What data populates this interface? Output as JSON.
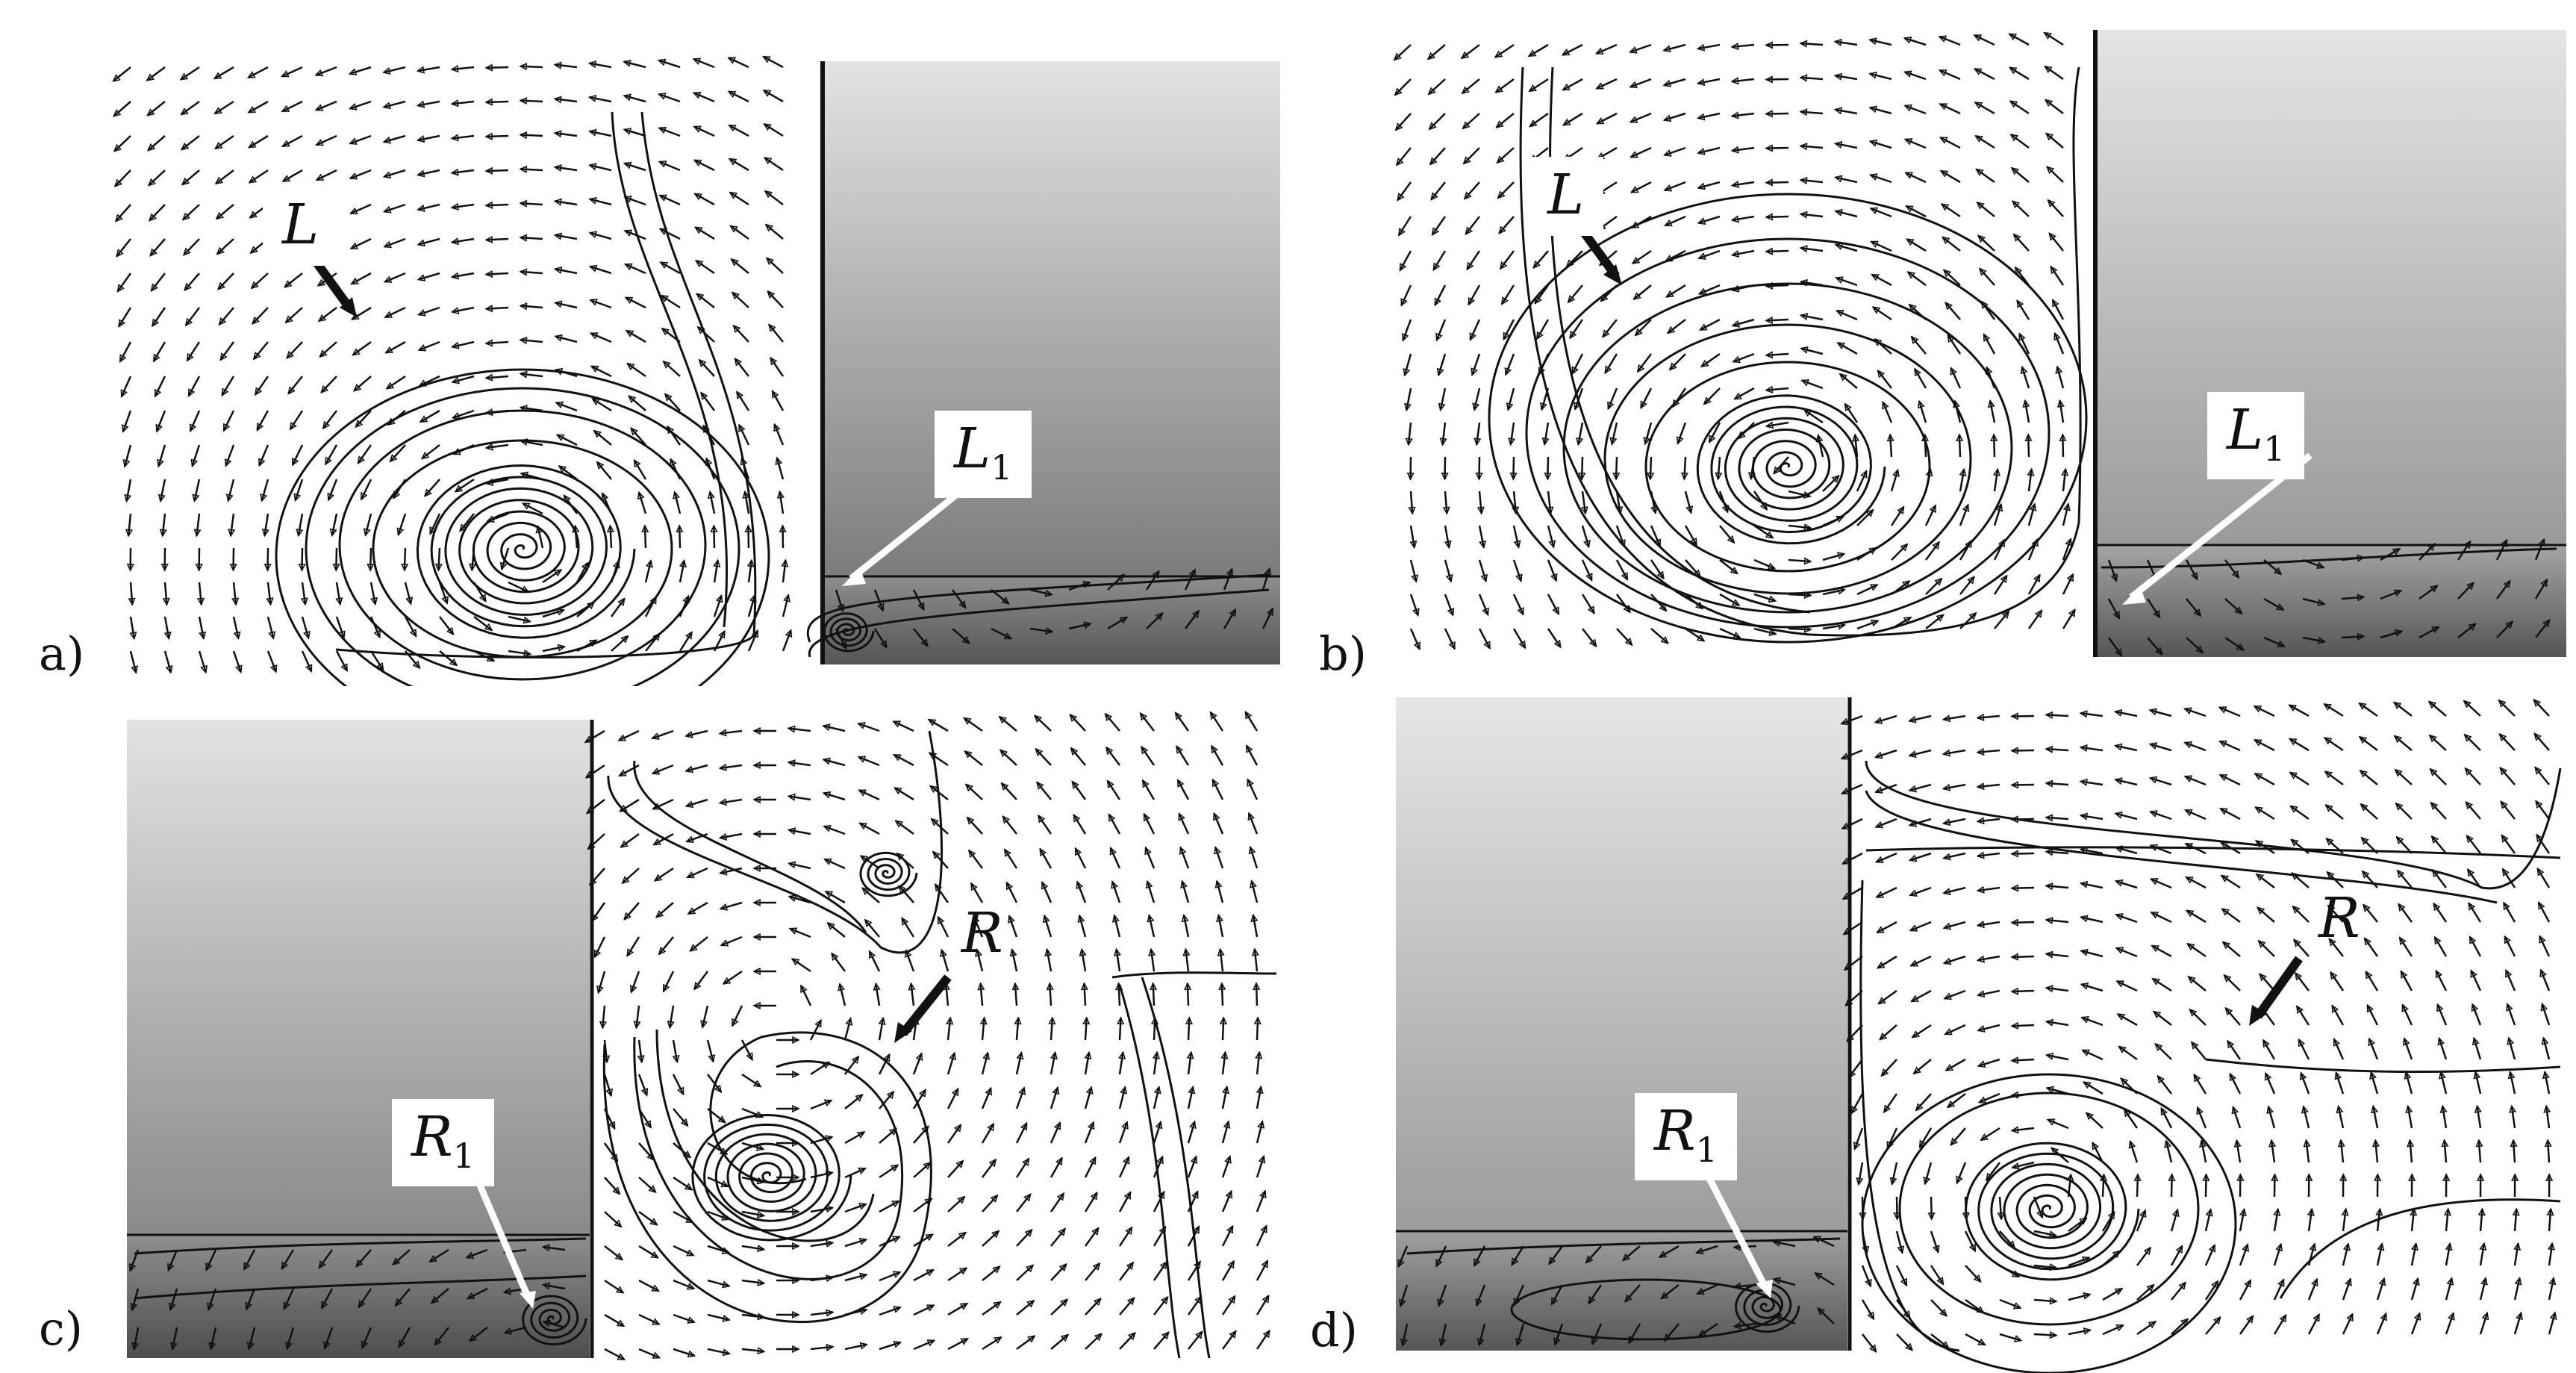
{
  "figure": {
    "panels": [
      {
        "id": "a",
        "label": "a)",
        "vortex_label": "L",
        "sub_label_main": "L",
        "sub_label_index": "1"
      },
      {
        "id": "b",
        "label": "b)",
        "vortex_label": "L",
        "sub_label_main": "L",
        "sub_label_index": "1"
      },
      {
        "id": "c",
        "label": "c)",
        "vortex_label": "R",
        "sub_label_main": "R",
        "sub_label_index": "1"
      },
      {
        "id": "d",
        "label": "d)",
        "vortex_label": "R",
        "sub_label_main": "R",
        "sub_label_index": "1"
      }
    ],
    "colors": {
      "background": "#ffffff",
      "ink": "#111111",
      "shade_light": "#e2e2e2",
      "shade_dark": "#7a7a7a"
    },
    "visuals": [
      "velocity-vector-field",
      "streamlines",
      "vortex-spiral",
      "shaded-solid-block"
    ]
  }
}
